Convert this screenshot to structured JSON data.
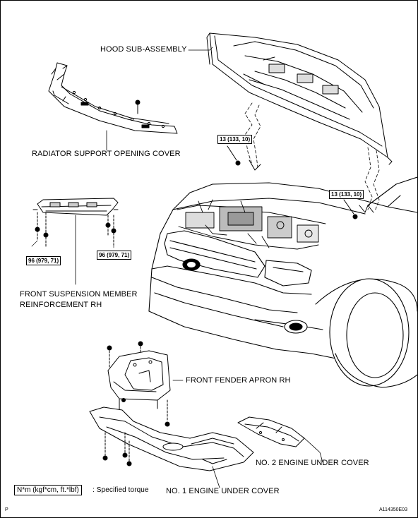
{
  "labels": {
    "hood": "HOOD SUB-ASSEMBLY",
    "radiator": "RADIATOR SUPPORT OPENING COVER",
    "suspension_line1": "FRONT SUSPENSION MEMBER",
    "suspension_line2": "REINFORCEMENT RH",
    "fender_apron": "FRONT FENDER APRON RH",
    "engine_cover_2": "NO. 2 ENGINE UNDER COVER",
    "engine_cover_1": "NO. 1 ENGINE UNDER COVER"
  },
  "torque_specs": {
    "hood_left": "13 (133, 10)",
    "hood_right": "13 (133, 10)",
    "member_left": "96 (979, 71)",
    "member_right": "96 (979, 71)"
  },
  "legend": {
    "unit": "N*m (kgf*cm, ft.*lbf)",
    "description": ": Specified torque"
  },
  "corner_mark": "P",
  "figure_id": "A114350E03"
}
